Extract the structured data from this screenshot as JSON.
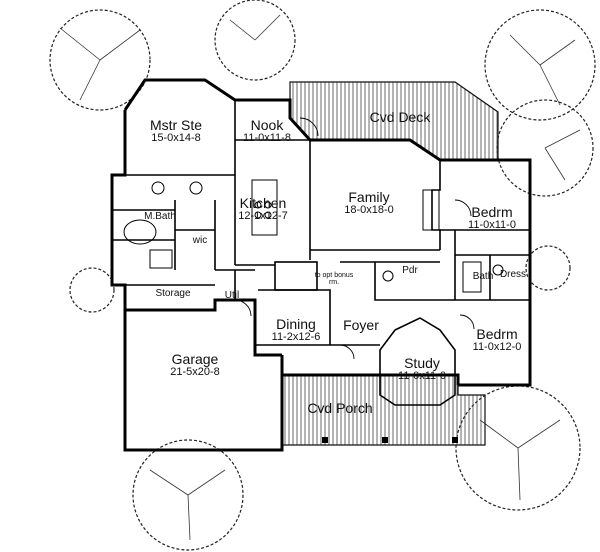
{
  "plan": {
    "rooms": [
      {
        "id": "mstr-ste",
        "name": "Mstr Ste",
        "dims": "15-0x14-8"
      },
      {
        "id": "nook",
        "name": "Nook",
        "dims": "11-0x11-8"
      },
      {
        "id": "cvd-deck",
        "name": "Cvd Deck",
        "dims": ""
      },
      {
        "id": "kitchen",
        "name": "Kitchen",
        "dims": "12-1x12-7"
      },
      {
        "id": "family",
        "name": "Family",
        "dims": "18-0x18-0"
      },
      {
        "id": "bedrm-1",
        "name": "Bedrm",
        "dims": "11-0x11-0"
      },
      {
        "id": "m-bath",
        "name": "M.Bath",
        "dims": ""
      },
      {
        "id": "wic",
        "name": "wic",
        "dims": ""
      },
      {
        "id": "storage",
        "name": "Storage",
        "dims": ""
      },
      {
        "id": "util",
        "name": "Util",
        "dims": ""
      },
      {
        "id": "pdr",
        "name": "Pdr",
        "dims": ""
      },
      {
        "id": "bath",
        "name": "Bath",
        "dims": ""
      },
      {
        "id": "dress",
        "name": "Dress",
        "dims": ""
      },
      {
        "id": "dining",
        "name": "Dining",
        "dims": "11-2x12-6"
      },
      {
        "id": "foyer",
        "name": "Foyer",
        "dims": ""
      },
      {
        "id": "bedrm-2",
        "name": "Bedrm",
        "dims": "11-0x12-0"
      },
      {
        "id": "garage",
        "name": "Garage",
        "dims": "21-5x20-8"
      },
      {
        "id": "study",
        "name": "Study",
        "dims": "11-0x11-0"
      },
      {
        "id": "cvd-porch",
        "name": "Cvd Porch",
        "dims": ""
      }
    ],
    "stair_note": "to opt bonus rm."
  }
}
